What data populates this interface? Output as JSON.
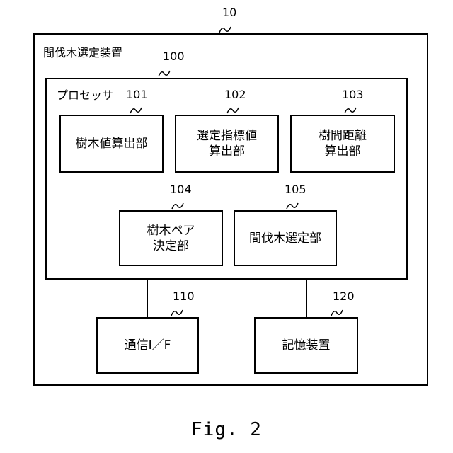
{
  "outer": {
    "ref": "10",
    "title": "間伐木選定装置"
  },
  "processor": {
    "ref": "100",
    "title": "プロセッサ"
  },
  "units": [
    {
      "ref": "101",
      "lines": [
        "樹木値算出部"
      ]
    },
    {
      "ref": "102",
      "lines": [
        "選定指標値",
        "算出部"
      ]
    },
    {
      "ref": "103",
      "lines": [
        "樹間距離",
        "算出部"
      ]
    },
    {
      "ref": "104",
      "lines": [
        "樹木ペア",
        "決定部"
      ]
    },
    {
      "ref": "105",
      "lines": [
        "間伐木選定部"
      ]
    }
  ],
  "peripherals": [
    {
      "ref": "110",
      "label": "通信I／F"
    },
    {
      "ref": "120",
      "label": "記憶装置"
    }
  ],
  "figure_caption": "Fig. 2"
}
